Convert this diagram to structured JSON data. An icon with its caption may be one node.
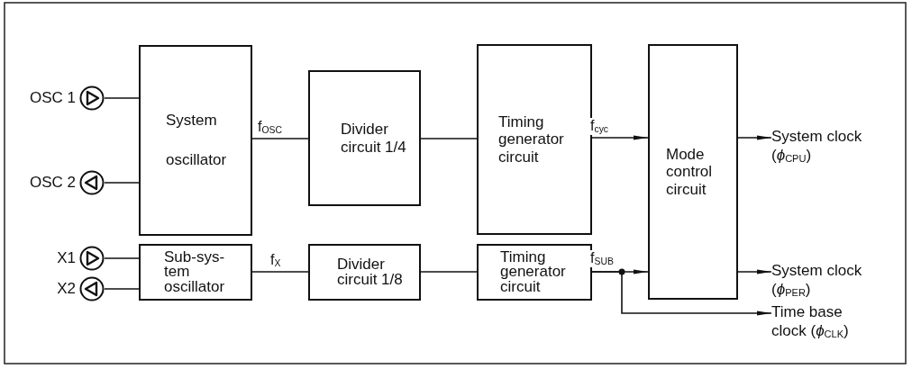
{
  "diagram": {
    "nodes": [
      {
        "text": [
          "OSC 1"
        ]
      },
      {
        "text": [
          "OSC 2"
        ]
      },
      {
        "text": [
          "System oscillator"
        ]
      },
      {
        "text": [
          "Divider circuit 1/4"
        ]
      },
      {
        "text": [
          "Timing generator circuit"
        ]
      },
      {
        "text": [
          "Mode control circuit"
        ]
      },
      {
        "text": [
          "X1"
        ]
      },
      {
        "text": [
          "X2"
        ]
      },
      {
        "text": [
          "Sub-sys- tem oscillator"
        ]
      },
      {
        "text": [
          "Divider circuit 1/8"
        ]
      },
      {
        "text": [
          "Timing generator circuit"
        ]
      },
      {
        "text": [
          "System clock (*ϕ*$_{CPU}$)"
        ]
      },
      {
        "text": [
          "System clock (*ϕ*$_{PER}$)"
        ]
      },
      {
        "text": [
          "Time base clock (*ϕ*$_{CLK}$)"
        ]
      }
    ],
    "edges": [
      {
        "from": 0,
        "to": 2,
        "arrow": "none"
      },
      {
        "from": 1,
        "to": 2,
        "arrow": "none"
      },
      {
        "from": 2,
        "to": 3,
        "label": "f$_{OSC}$",
        "arrow": "none"
      },
      {
        "from": 3,
        "to": 4,
        "arrow": "none"
      },
      {
        "from": 4,
        "to": 5,
        "label": "f$_{cyc}$",
        "arrow": "to"
      },
      {
        "from": 5,
        "to": 11,
        "arrow": "to"
      },
      {
        "from": 6,
        "to": 8,
        "arrow": "none"
      },
      {
        "from": 7,
        "to": 8,
        "arrow": "none"
      },
      {
        "from": 8,
        "to": 9,
        "label": "f$_{X}$",
        "arrow": "none"
      },
      {
        "from": 9,
        "to": 10,
        "arrow": "none"
      },
      {
        "from": 10,
        "to": 5,
        "label": "f$_{SUB}$",
        "arrow": "to"
      },
      {
        "from": 5,
        "to": 12,
        "arrow": "to"
      },
      {
        "from": 10,
        "to": 13,
        "arrow": "to"
      }
    ]
  }
}
